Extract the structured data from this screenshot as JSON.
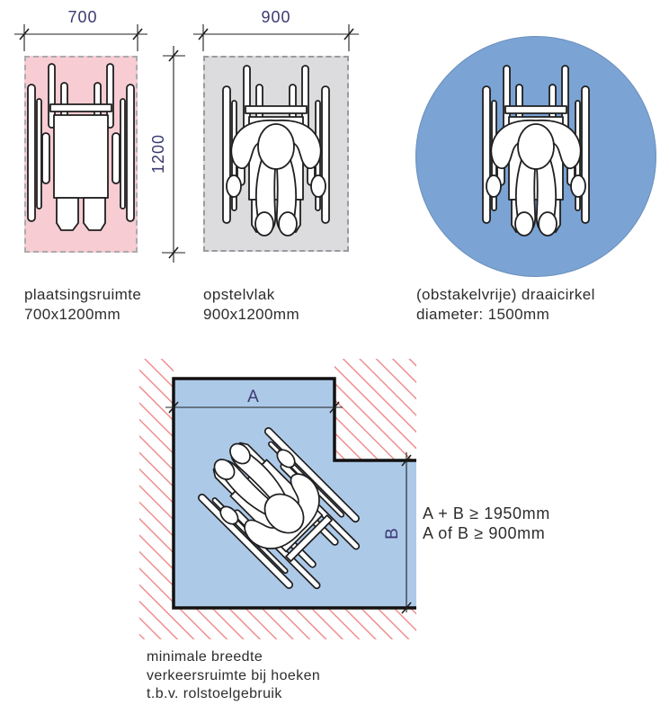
{
  "figure": {
    "language": "nl",
    "topic": "wheelchair space requirements"
  },
  "placement": {
    "dim_width": "700",
    "caption_line1": "plaatsingsruimte",
    "caption_line2": "700x1200mm",
    "fill_color": "#f7ccd3"
  },
  "standing": {
    "dim_width": "900",
    "dim_height": "1200",
    "caption_line1": "opstelvlak",
    "caption_line2": "900x1200mm",
    "fill_color": "#dcdcdf"
  },
  "circle": {
    "caption_line1": "(obstakelvrije) draaicirkel",
    "caption_line2": "diameter: 1500mm",
    "fill_color": "#7ba3d4"
  },
  "corner": {
    "dim_a": "A",
    "dim_b": "B",
    "rule_line1": "A + B ≥ 1950mm",
    "rule_line2": "A of B ≥ 900mm",
    "caption_line1": "minimale breedte",
    "caption_line2": "verkeersruimte bij hoeken",
    "caption_line3": "t.b.v. rolstoelgebruik",
    "fill_color": "#adc9e8",
    "hatch_color": "#ef8f8f"
  },
  "colors": {
    "dimension_text": "#3a3a72",
    "label_text": "#2d2d2d",
    "line_art": "#1f1f1f"
  },
  "icons": {
    "wheelchair_empty": "wheelchair-top-view-icon",
    "wheelchair_occupied": "wheelchair-user-top-view-icon"
  }
}
